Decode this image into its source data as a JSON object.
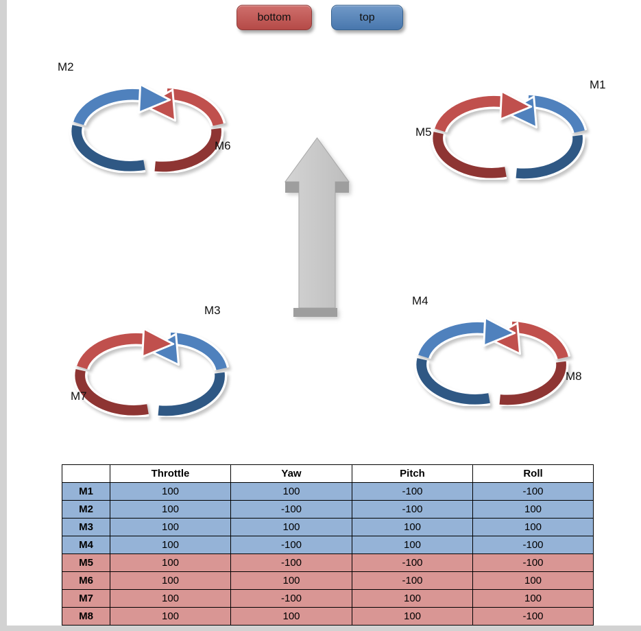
{
  "legend": {
    "bottom_label": "bottom",
    "top_label": "top",
    "bottom_color": "#C0504D",
    "top_color": "#4F81BD"
  },
  "motors": {
    "m1": "M1",
    "m2": "M2",
    "m3": "M3",
    "m4": "M4",
    "m5": "M5",
    "m6": "M6",
    "m7": "M7",
    "m8": "M8"
  },
  "colors": {
    "top_arrow_blue": "#4F81BD",
    "top_arrow_blue_dark": "#2F5884",
    "bottom_arrow_red": "#C0504D",
    "bottom_arrow_red_dark": "#8E3533",
    "table_row_blue": "#95B3D7",
    "table_row_red": "#D99694",
    "direction_arrow_gray": "#C7C7C7"
  },
  "table": {
    "headers": [
      "",
      "Throttle",
      "Yaw",
      "Pitch",
      "Roll"
    ],
    "rows": [
      {
        "motor": "M1",
        "group": "top",
        "values": [
          "100",
          "100",
          "-100",
          "-100"
        ]
      },
      {
        "motor": "M2",
        "group": "top",
        "values": [
          "100",
          "-100",
          "-100",
          "100"
        ]
      },
      {
        "motor": "M3",
        "group": "top",
        "values": [
          "100",
          "100",
          "100",
          "100"
        ]
      },
      {
        "motor": "M4",
        "group": "top",
        "values": [
          "100",
          "-100",
          "100",
          "-100"
        ]
      },
      {
        "motor": "M5",
        "group": "bottom",
        "values": [
          "100",
          "-100",
          "-100",
          "-100"
        ]
      },
      {
        "motor": "M6",
        "group": "bottom",
        "values": [
          "100",
          "100",
          "-100",
          "100"
        ]
      },
      {
        "motor": "M7",
        "group": "bottom",
        "values": [
          "100",
          "-100",
          "100",
          "100"
        ]
      },
      {
        "motor": "M8",
        "group": "bottom",
        "values": [
          "100",
          "100",
          "100",
          "-100"
        ]
      }
    ]
  }
}
